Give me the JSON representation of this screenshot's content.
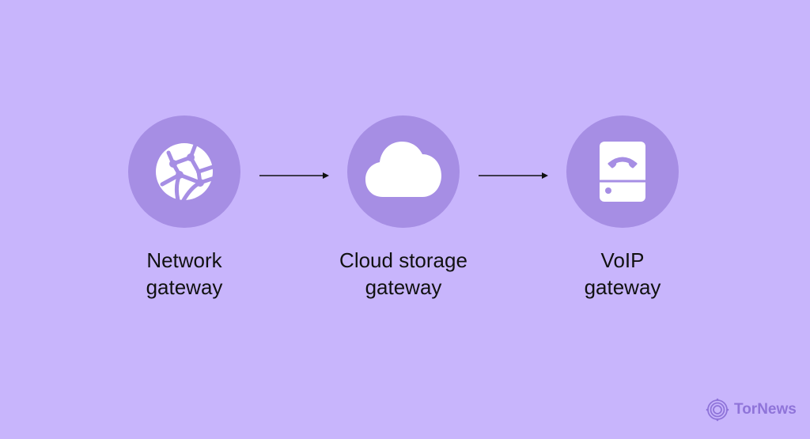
{
  "nodes": [
    {
      "icon": "globe-network-icon",
      "label_line1": "Network",
      "label_line2": "gateway"
    },
    {
      "icon": "cloud-icon",
      "label_line1": "Cloud storage",
      "label_line2": "gateway"
    },
    {
      "icon": "voip-phone-icon",
      "label_line1": "VoIP",
      "label_line2": "gateway"
    }
  ],
  "colors": {
    "background": "#C8B5FC",
    "node": "#A68EE4",
    "icon": "#FFFFFF",
    "text": "#111111",
    "logo": "#8F74D9"
  },
  "logo": {
    "text": "TorNews",
    "icon": "tornews-logo-icon"
  }
}
